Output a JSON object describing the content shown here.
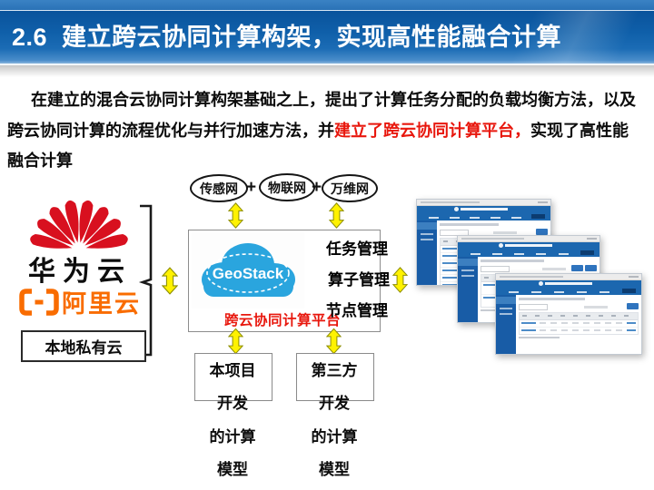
{
  "header": {
    "title": "2.6  建立跨云协同计算构架，实现高性能融合计算"
  },
  "paragraph": {
    "part1": "在建立的混合云协同计算构架基础之上，提出了计算任务分配的负载均衡方法，以及跨云协同计算的流程优化与并行加速方法，并",
    "highlight": "建立了跨云协同计算平台，",
    "part2": "实现了高性能融合计算"
  },
  "plus_sign": "+",
  "networks": [
    {
      "label": "传感网"
    },
    {
      "label": "物联网"
    },
    {
      "label": "万维网"
    }
  ],
  "platform": {
    "cloud_label": "GeoStack",
    "platform_label": "跨云协同计算平台",
    "features": [
      "任务管理",
      "算子管理",
      "节点管理"
    ]
  },
  "clouds": {
    "huawei_label": "华为云",
    "alibaba_label": "阿里云",
    "local_label": "本地私有云"
  },
  "models": {
    "left": [
      "本项目",
      "开发",
      "的计算",
      "模型"
    ],
    "right": [
      "第三方",
      "开发",
      "的计算",
      "模型"
    ]
  },
  "colors": {
    "header_blue": "#0f5fa9",
    "accent_red": "#e8170d",
    "arrow_yellow": "#fff200",
    "cloud_blue": "#2aa5de",
    "huawei_red": "#d8101f",
    "alibaba_orange": "#f96c00",
    "window_blue": "#1c67af"
  },
  "screenshots": {
    "window_count": 3
  }
}
